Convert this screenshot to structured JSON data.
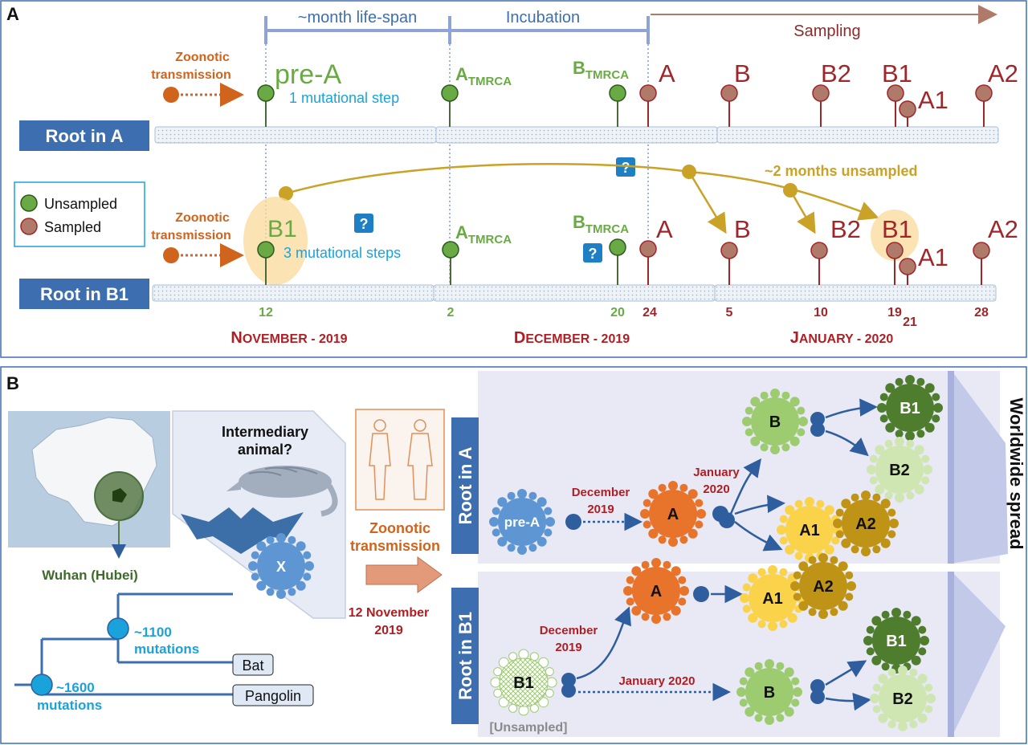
{
  "panelA": {
    "label": "A",
    "periods": {
      "lifespan": "~month life-span",
      "incubation": "Incubation",
      "sampling": "Sampling"
    },
    "zoonotic": [
      "Zoonotic",
      "transmission"
    ],
    "rootA": "Root in A",
    "rootB1": "Root in B1",
    "pre_a": "pre-A",
    "one_step": "1 mutational step",
    "three_steps": "3 mutational steps",
    "atmrca_main": "A",
    "btmrca_main": "B",
    "tmrca_sub": "TMRCA",
    "question": "?",
    "unsampled_note": "~2 months unsampled",
    "legend": {
      "unsampled": "Unsampled",
      "sampled": "Sampled"
    },
    "variants": {
      "a": "A",
      "b": "B",
      "b1": "B1",
      "b2": "B2",
      "a1": "A1",
      "a2": "A2"
    },
    "days": {
      "d12": "12",
      "d2": "2",
      "d20": "20",
      "d24": "24",
      "d5": "5",
      "d10": "10",
      "d19": "19",
      "d21": "21",
      "d28": "28"
    },
    "months": {
      "nov_first": "N",
      "nov_rest": "OVEMBER - 2019",
      "dec_first": "D",
      "dec_rest": "ECEMBER - 2019",
      "jan_first": "J",
      "jan_rest": "ANUARY - 2020"
    }
  },
  "panelB": {
    "label": "B",
    "wuhan": "Wuhan (Hubei)",
    "intermediary": [
      "Intermediary",
      "animal?"
    ],
    "x_label": "X",
    "zoonotic": [
      "Zoonotic",
      "transmission"
    ],
    "date": [
      "12 November",
      "2019"
    ],
    "mut1100": [
      "~1100",
      "mutations"
    ],
    "mut1600": [
      "~1600",
      "mutations"
    ],
    "bat": "Bat",
    "pangolin": "Pangolin",
    "rootA": "Root in A",
    "rootB1": "Root in B1",
    "pre_a": "pre-A",
    "a": "A",
    "b": "B",
    "b1": "B1",
    "b2": "B2",
    "a1": "A1",
    "a2": "A2",
    "dec2019": [
      "December",
      "2019"
    ],
    "jan2020": [
      "January",
      "2020"
    ],
    "dec2019_b1": [
      "December",
      "2019"
    ],
    "jan2020_b1": "January 2020",
    "unsampled": "[Unsampled]",
    "worldwide": "Worldwide spread"
  },
  "colors": {
    "green": "#6aaa45",
    "maroon": "#a1262a",
    "red": "#b01e23",
    "orange": "#d0641d",
    "gold": "#c9a227",
    "blue": "#3d6fb0",
    "cyan": "#1aa3db",
    "virus_light_green": "#9dcb70",
    "virus_dark_green": "#4f7d2e",
    "virus_pale_green": "#cfe6b3",
    "virus_orange": "#e8732a",
    "virus_yellow": "#fbd34a",
    "virus_olive": "#bf9316",
    "virus_blue": "#5e96d3"
  }
}
